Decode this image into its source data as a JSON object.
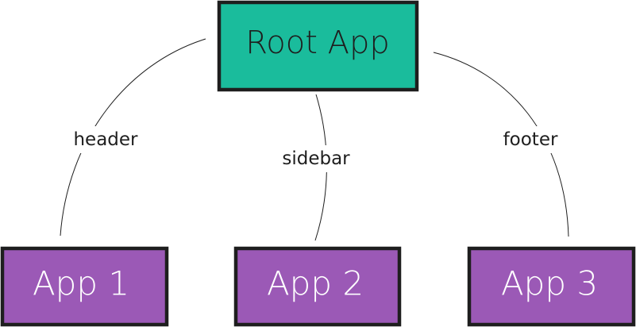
{
  "colors": {
    "root_fill": "#1abc9c",
    "child_fill": "#9b59b6",
    "stroke": "#1e1e1e",
    "root_text": "#1e1e1e",
    "child_text": "#ffffff"
  },
  "root": {
    "label": "Root App"
  },
  "children": [
    {
      "label": "App 1"
    },
    {
      "label": "App 2"
    },
    {
      "label": "App 3"
    }
  ],
  "edges": [
    {
      "label": "header"
    },
    {
      "label": "sidebar"
    },
    {
      "label": "footer"
    }
  ]
}
